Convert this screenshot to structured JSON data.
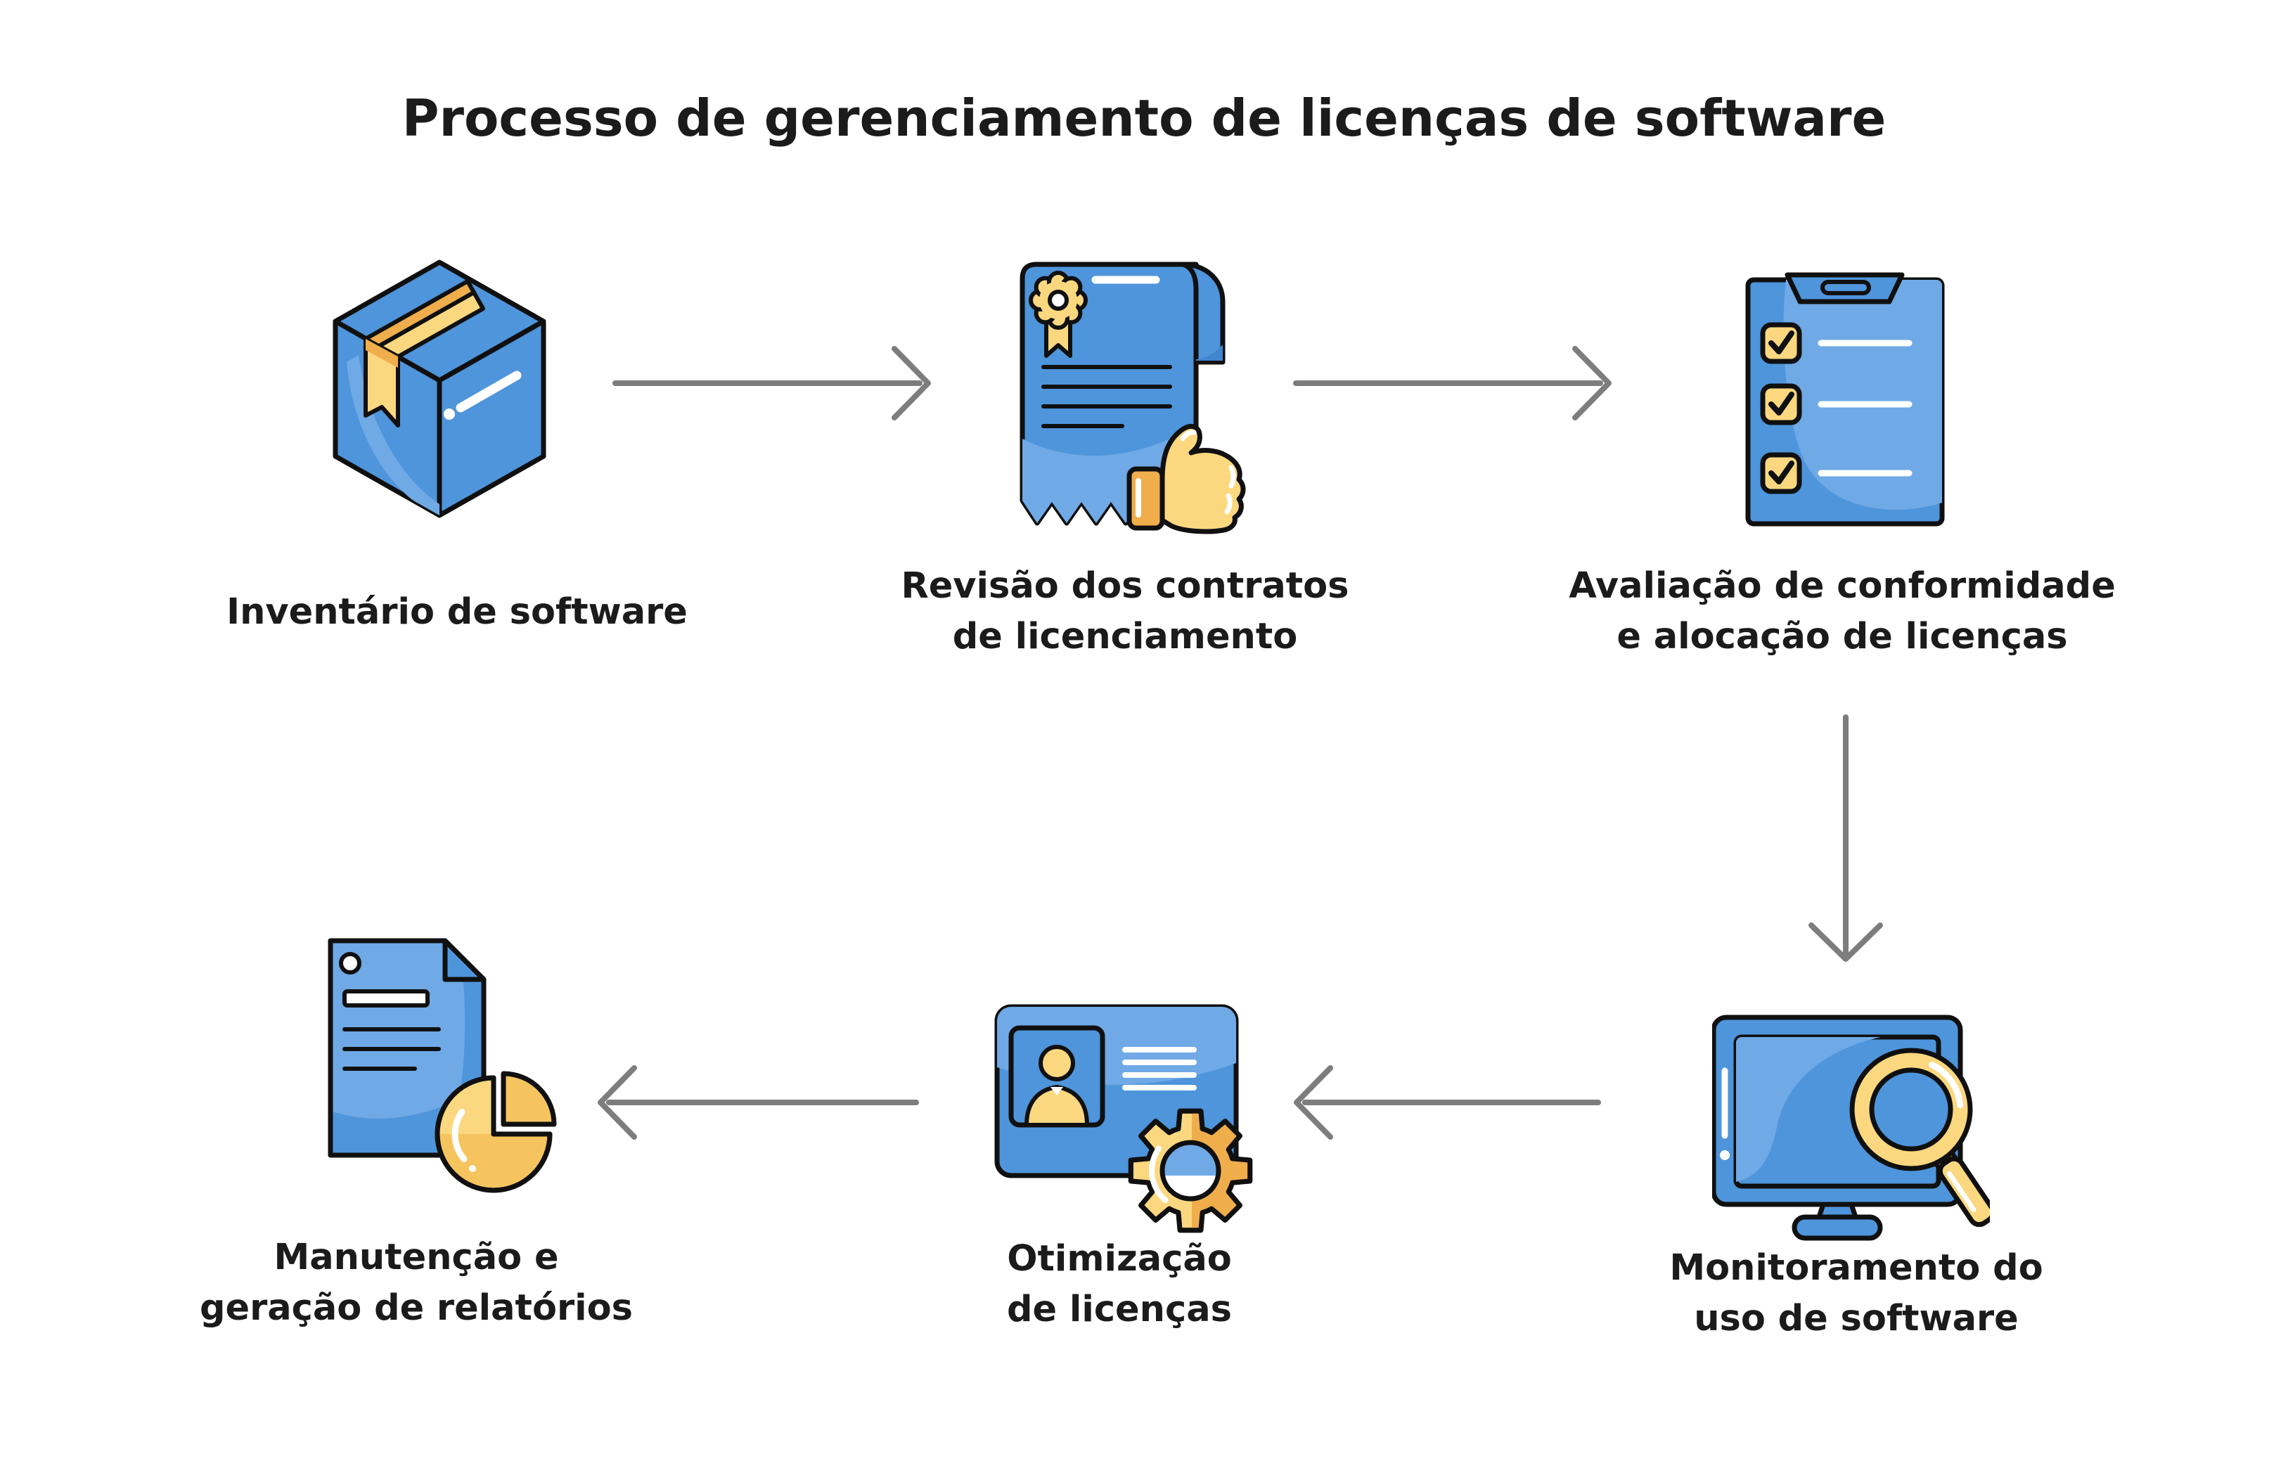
{
  "title": "Processo de gerenciamento de licenças de software",
  "steps": [
    {
      "order": 1,
      "label": "Inventário de software",
      "icon": "software-box-icon"
    },
    {
      "order": 2,
      "label": "Revisão dos contratos\nde licenciamento",
      "icon": "contract-review-icon"
    },
    {
      "order": 3,
      "label": "Avaliação de conformidade\ne alocação de licenças",
      "icon": "compliance-checklist-icon"
    },
    {
      "order": 4,
      "label": "Monitoramento do\nuso de software",
      "icon": "usage-monitoring-icon"
    },
    {
      "order": 5,
      "label": "Otimização\nde licenças",
      "icon": "license-optimization-icon"
    },
    {
      "order": 6,
      "label": "Manutenção e\ngeração de relatórios",
      "icon": "reporting-maintenance-icon"
    }
  ],
  "flow": [
    {
      "from": 1,
      "to": 2,
      "direction": "right"
    },
    {
      "from": 2,
      "to": 3,
      "direction": "right"
    },
    {
      "from": 3,
      "to": 4,
      "direction": "down"
    },
    {
      "from": 4,
      "to": 5,
      "direction": "left"
    },
    {
      "from": 5,
      "to": 6,
      "direction": "left"
    }
  ],
  "colors": {
    "background": "#ffffff",
    "text": "#1b1b1b",
    "arrow": "#7d7d7d",
    "outline": "#101010",
    "icon_blue": "#4E95DB",
    "icon_blue_light": "#6FA9E6",
    "icon_blue_dark": "#3F86CF",
    "icon_yellow": "#FBD880",
    "icon_yellow_mid": "#F6C45F",
    "icon_yellow_dark": "#EFAD4C"
  }
}
